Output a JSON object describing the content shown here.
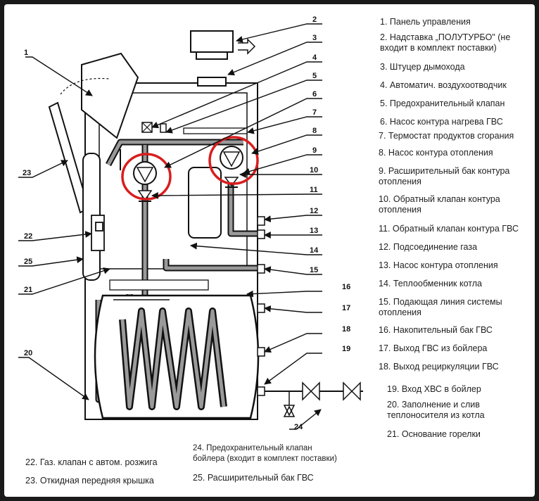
{
  "legend": {
    "items": [
      "1. Панель управления",
      "2. Надставка „ПОЛУТУРБО\" (не\nвходит в комплект поставки)",
      "3. Штуцер дымохода",
      "4. Автоматич. воздухоотводчик",
      "5. Предохранительный клапан",
      "6. Насос контура нагрева ГВС",
      "7. Термостат продуктов сгорания",
      "8. Насос контура отопления",
      "9. Расширительный бак контура\nотопления",
      "10. Обратный клапан контура\nотопления",
      "11. Обратный клапан контура ГВС",
      "12. Подсоединение газа",
      "13. Насос контура отопления",
      "14. Теплообменник котла",
      "15. Подающая линия системы\nотопления",
      "16. Накопительный бак ГВС",
      "17. Выход ГВС из бойлера",
      "18. Выход рециркуляции ГВС",
      "19. Вход ХВС в бойлер",
      "20. Заполнение и слив\nтеплоносителя из котла",
      "21. Основание горелки",
      "22. Газ. клапан с автом. розжига",
      "23. Откидная передняя крышка",
      "24. Предохранительный клапан\nбойлера (входит в комплект поставки)",
      "25. Расширительный бак ГВС"
    ]
  },
  "callouts": [
    "1",
    "2",
    "3",
    "4",
    "5",
    "6",
    "7",
    "8",
    "9",
    "10",
    "11",
    "12",
    "13",
    "14",
    "15",
    "16",
    "17",
    "18",
    "19",
    "20",
    "21",
    "22",
    "23",
    "24",
    "25"
  ],
  "colors": {
    "line": "#111111",
    "pipe": "#888888",
    "highlight": "#d81e1e",
    "background": "#ffffff",
    "frame": "#1a1a1a"
  }
}
